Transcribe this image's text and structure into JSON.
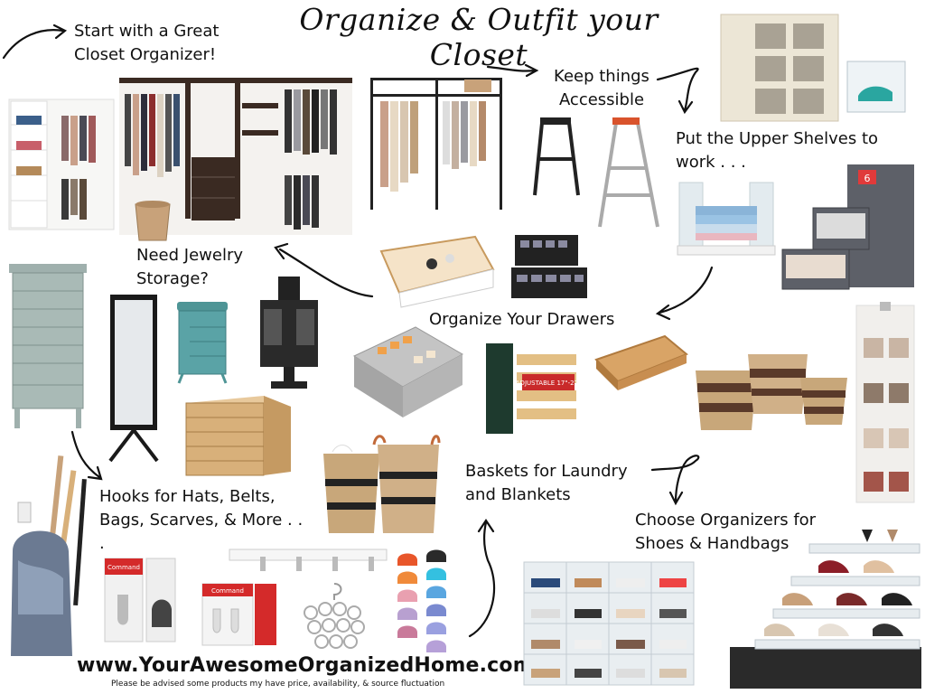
{
  "title": "Organize & Outfit your Closet",
  "captions": {
    "start": "Start with a Great Closet Organizer!",
    "accessible": "Keep things Accessible",
    "upper_shelves": "Put the Upper Shelves to work . . .",
    "jewelry": "Need Jewelry Storage?",
    "drawers": "Organize Your Drawers",
    "hooks": "Hooks for Hats, Belts, Bags, Scarves, & More . . .",
    "baskets": "Baskets for Laundry and Blankets",
    "shoes": "Choose Organizers for Shoes & Handbags"
  },
  "product_text": {
    "adjustable": "ADJUSTABLE 17\"-22\"",
    "command": "Command",
    "count": "6"
  },
  "footer": {
    "url": "www.YourAwesomeOrganizedHome.com",
    "disclaimer": "Please be advised some products my have price, availability, & source fluctuation"
  },
  "colors": {
    "wood": "#c89a5e",
    "dark_wood": "#3a2a22",
    "gray_fabric": "#5d6068",
    "sage": "#9fb0ad",
    "teal": "#5aa3a6",
    "command_red": "#d42a2a",
    "basket": "#c8a77a"
  }
}
